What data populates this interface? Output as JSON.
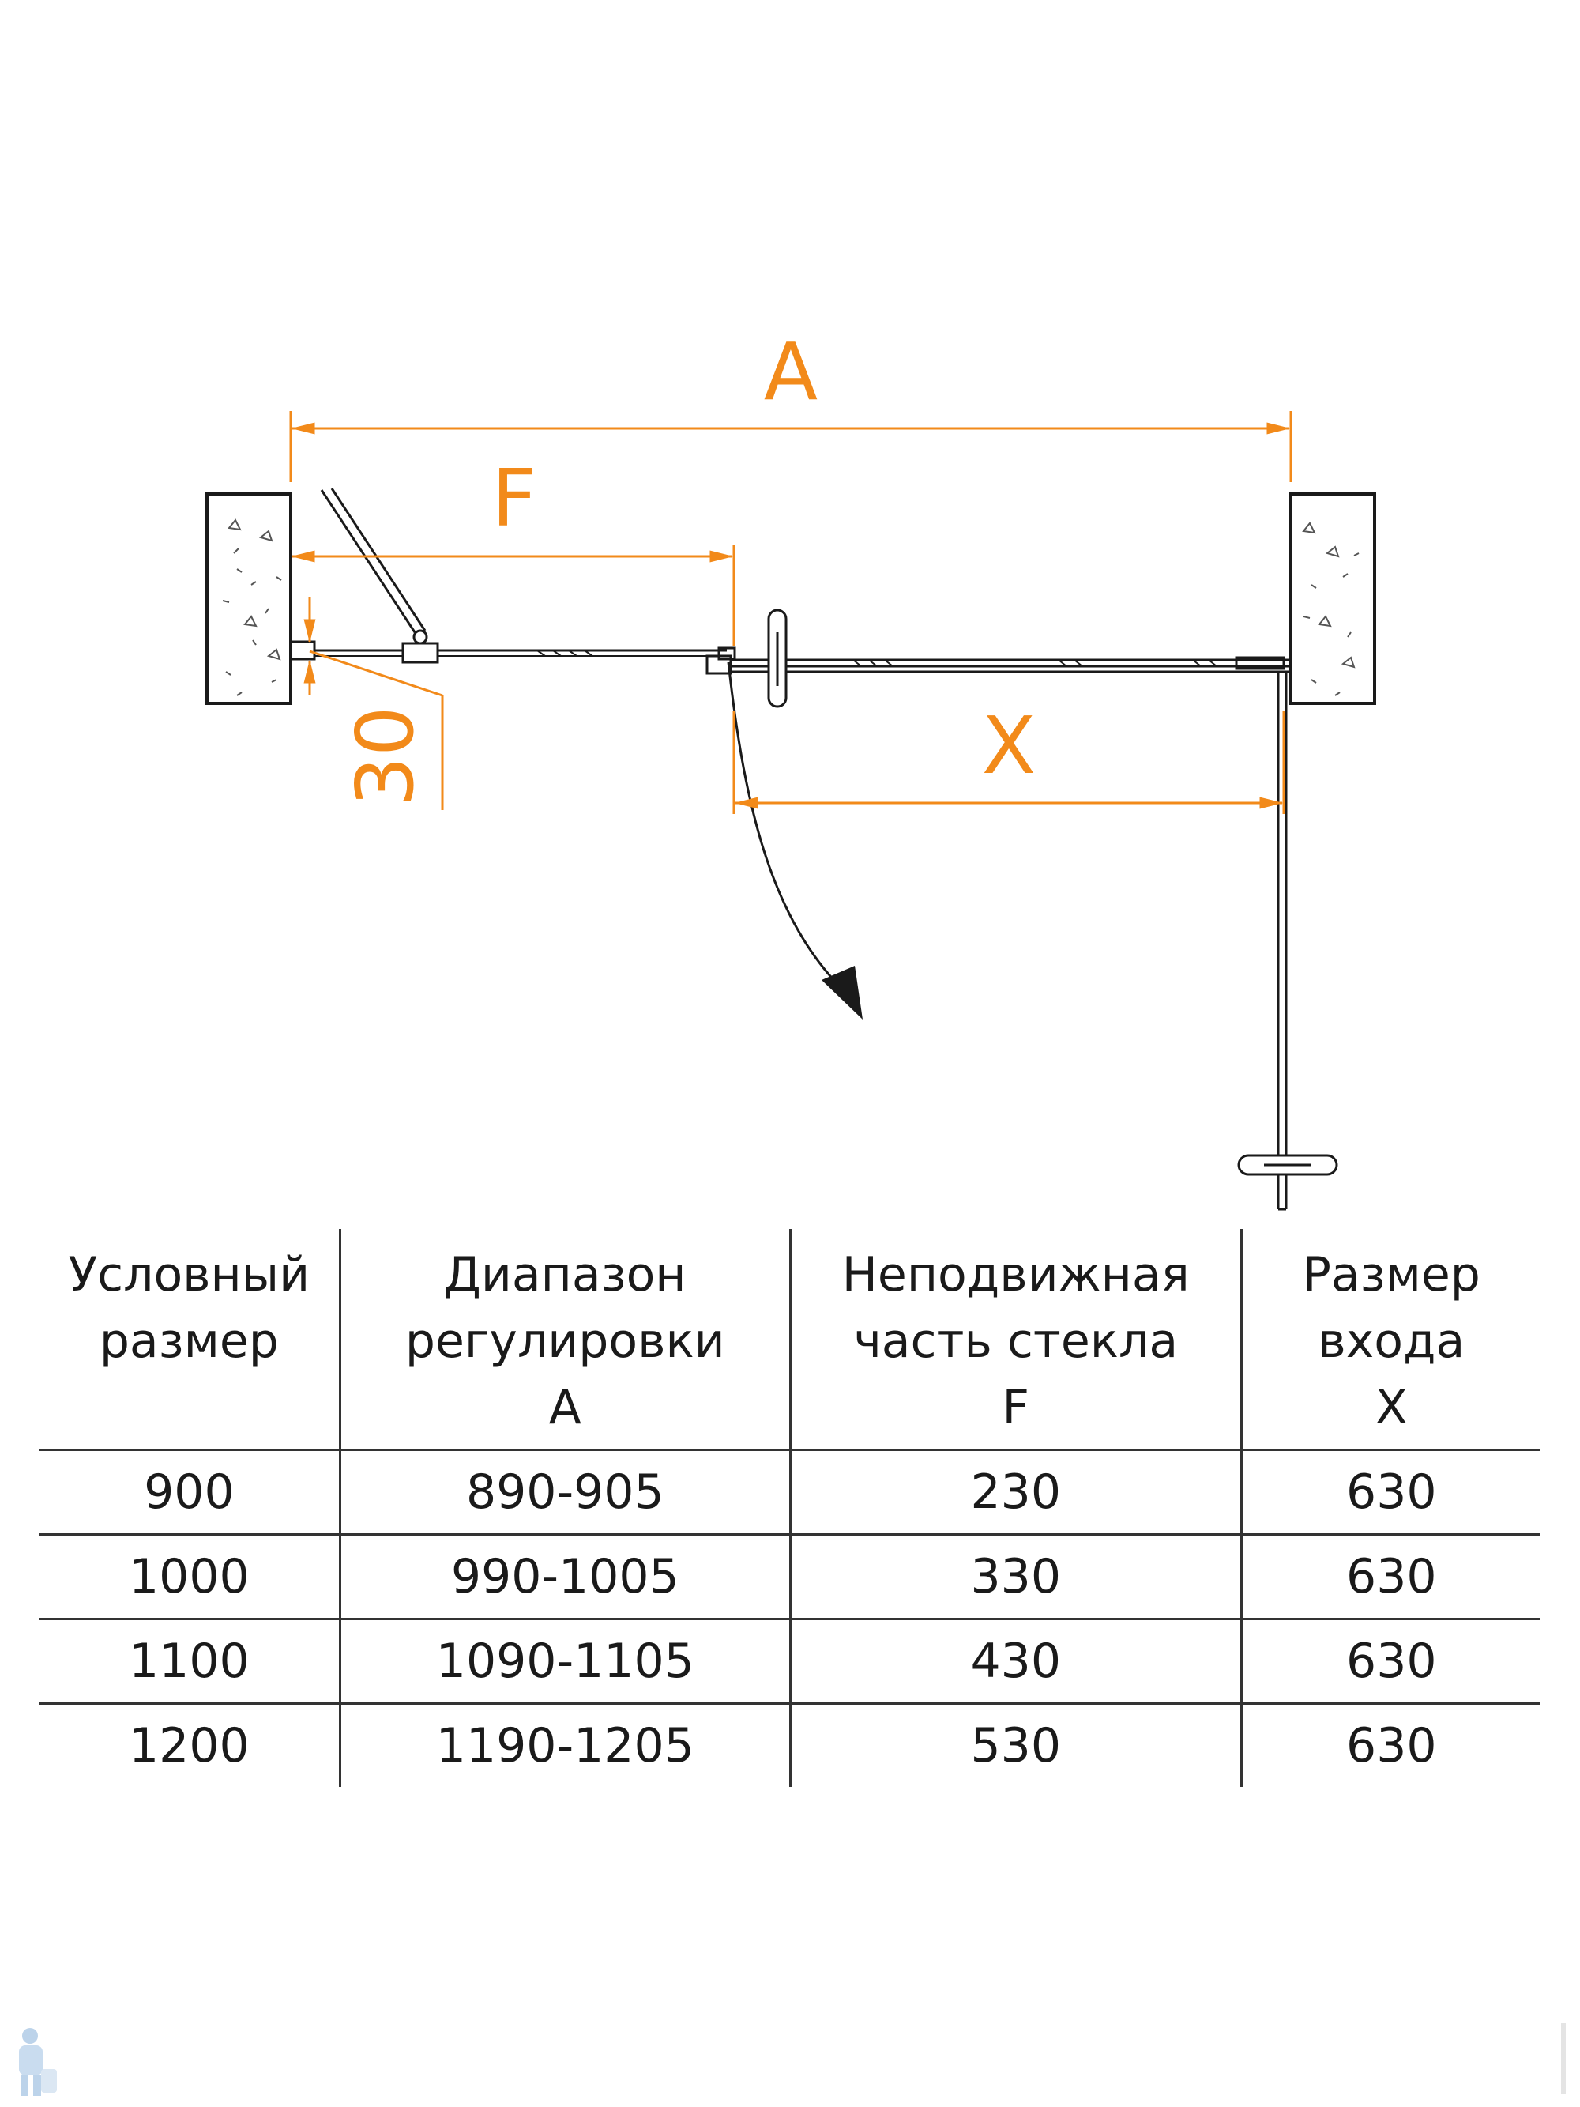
{
  "drawing": {
    "dimensions": {
      "a": "A",
      "f": "F",
      "x": "X",
      "offset": "30"
    },
    "colors": {
      "dimension": "#f28a1a",
      "line": "#1a1a1a"
    }
  },
  "table": {
    "headers": [
      {
        "line1": "Условный",
        "line2": "размер",
        "line3": ""
      },
      {
        "line1": "Диапазон",
        "line2": "регулировки",
        "line3": "A"
      },
      {
        "line1": "Неподвижная",
        "line2": "часть стекла",
        "line3": "F"
      },
      {
        "line1": "Размер",
        "line2": "входа",
        "line3": "X"
      }
    ],
    "rows": [
      [
        "900",
        "890-905",
        "230",
        "630"
      ],
      [
        "1000",
        "990-1005",
        "330",
        "630"
      ],
      [
        "1100",
        "1090-1105",
        "430",
        "630"
      ],
      [
        "1200",
        "1190-1205",
        "530",
        "630"
      ]
    ]
  }
}
